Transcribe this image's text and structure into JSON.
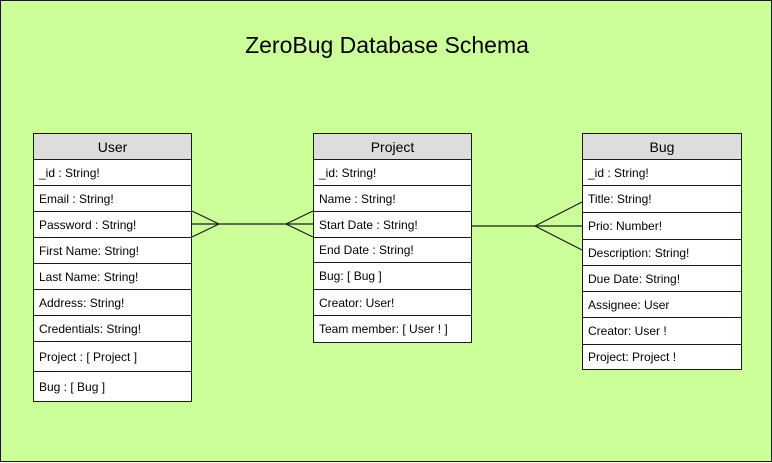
{
  "title": "ZeroBug Database Schema",
  "entities": {
    "user": {
      "name": "User",
      "fields": [
        "_id : String!",
        "Email : String!",
        "Password : String!",
        "First Name: String!",
        "Last Name: String!",
        "Address: String!",
        "Credentials: String!",
        "Project : [ Project ]",
        "Bug : [ Bug ]"
      ]
    },
    "project": {
      "name": "Project",
      "fields": [
        "_id: String!",
        "Name : String!",
        "Start Date : String!",
        "End Date : String!",
        "Bug: [ Bug ]",
        "Creator: User!",
        "Team member: [ User ! ]"
      ]
    },
    "bug": {
      "name": "Bug",
      "fields": [
        "_id : String!",
        "Title: String!",
        "Prio: Number!",
        "Description: String!",
        "Due Date: String!",
        "Assignee: User",
        "Creator: User !",
        "Project: Project !"
      ]
    }
  },
  "relationships": [
    {
      "from": "user",
      "to": "project",
      "type": "many-to-many"
    },
    {
      "from": "project",
      "to": "bug",
      "type": "one-to-many"
    }
  ],
  "colors": {
    "background": "#ccff99",
    "header": "#dddddd",
    "box": "#ffffff",
    "line": "#1a1a1a"
  }
}
